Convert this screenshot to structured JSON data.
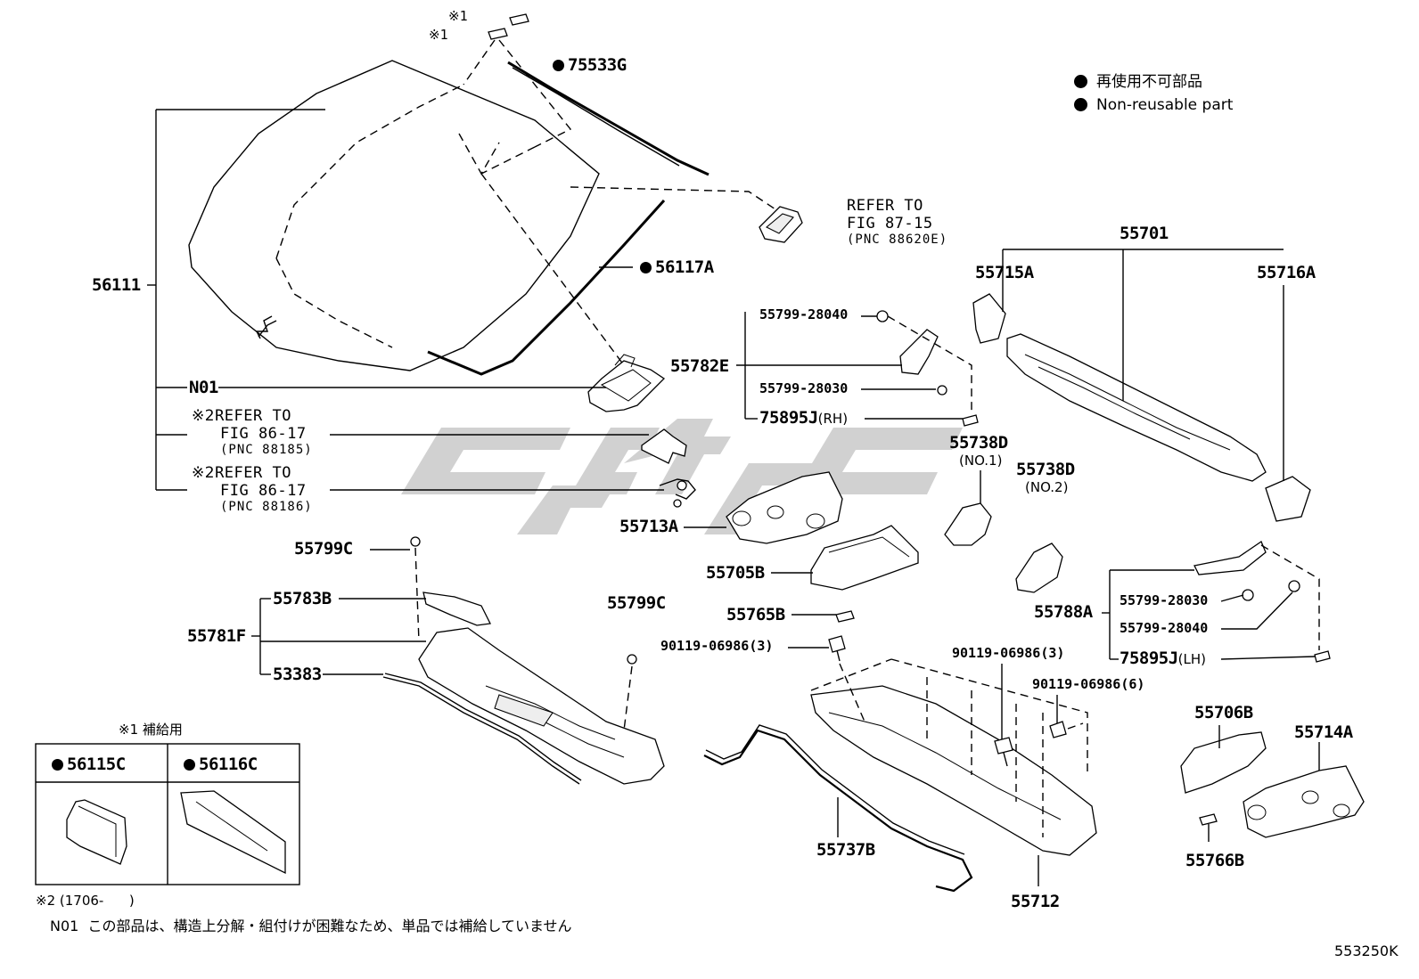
{
  "legend": {
    "jp": "再使用不可部品",
    "en": "Non-reusable part"
  },
  "parts": {
    "p75533G": "75533G",
    "p56117A": "56117A",
    "p56111": "56111",
    "n01": "N01",
    "p55701": "55701",
    "p55715A": "55715A",
    "p55716A": "55716A",
    "p55799_28040_a": "55799-28040",
    "p55782E": "55782E",
    "p55799_28030_a": "55799-28030",
    "p75895J_rh": "75895J",
    "rh": "(RH)",
    "p55738D_1": "55738D",
    "no1": "(NO.1)",
    "p55738D_2": "55738D",
    "no2": "(NO.2)",
    "p55713A": "55713A",
    "p55705B": "55705B",
    "p55765B": "55765B",
    "p55799C_a": "55799C",
    "p55799C_b": "55799C",
    "p55783B": "55783B",
    "p55781F": "55781F",
    "p53383": "53383",
    "p90119_a": "90119-06986(3)",
    "p90119_b": "90119-06986(3)",
    "p90119_c": "90119-06986(6)",
    "p55788A": "55788A",
    "p55799_28030_b": "55799-28030",
    "p55799_28040_b": "55799-28040",
    "p75895J_lh": "75895J",
    "lh": "(LH)",
    "p55706B": "55706B",
    "p55714A": "55714A",
    "p55766B": "55766B",
    "p55737B": "55737B",
    "p55712": "55712"
  },
  "marks": {
    "x1_top": "※1",
    "x1_second": "※1",
    "x2_a": "※2",
    "x2_b": "※2"
  },
  "refs": {
    "ref87_line1": "REFER TO",
    "ref87_line2": "FIG 87-15",
    "ref87_pnc": "(PNC 88620E)",
    "ref86a_line1": "REFER TO",
    "ref86a_line2": "FIG 86-17",
    "ref86a_pnc": "(PNC 88185)",
    "ref86b_line1": "REFER TO",
    "ref86b_line2": "FIG 86-17",
    "ref86b_pnc": "(PNC 88186)"
  },
  "supply_box": {
    "title": "※1 補給用",
    "left": "56115C",
    "right": "56116C"
  },
  "notes": {
    "n2": "※2 (1706-      )",
    "n01": "N01  この部品は、構造上分解・組付けが困難なため、単品では補給していません"
  },
  "figure_code": "553250K"
}
